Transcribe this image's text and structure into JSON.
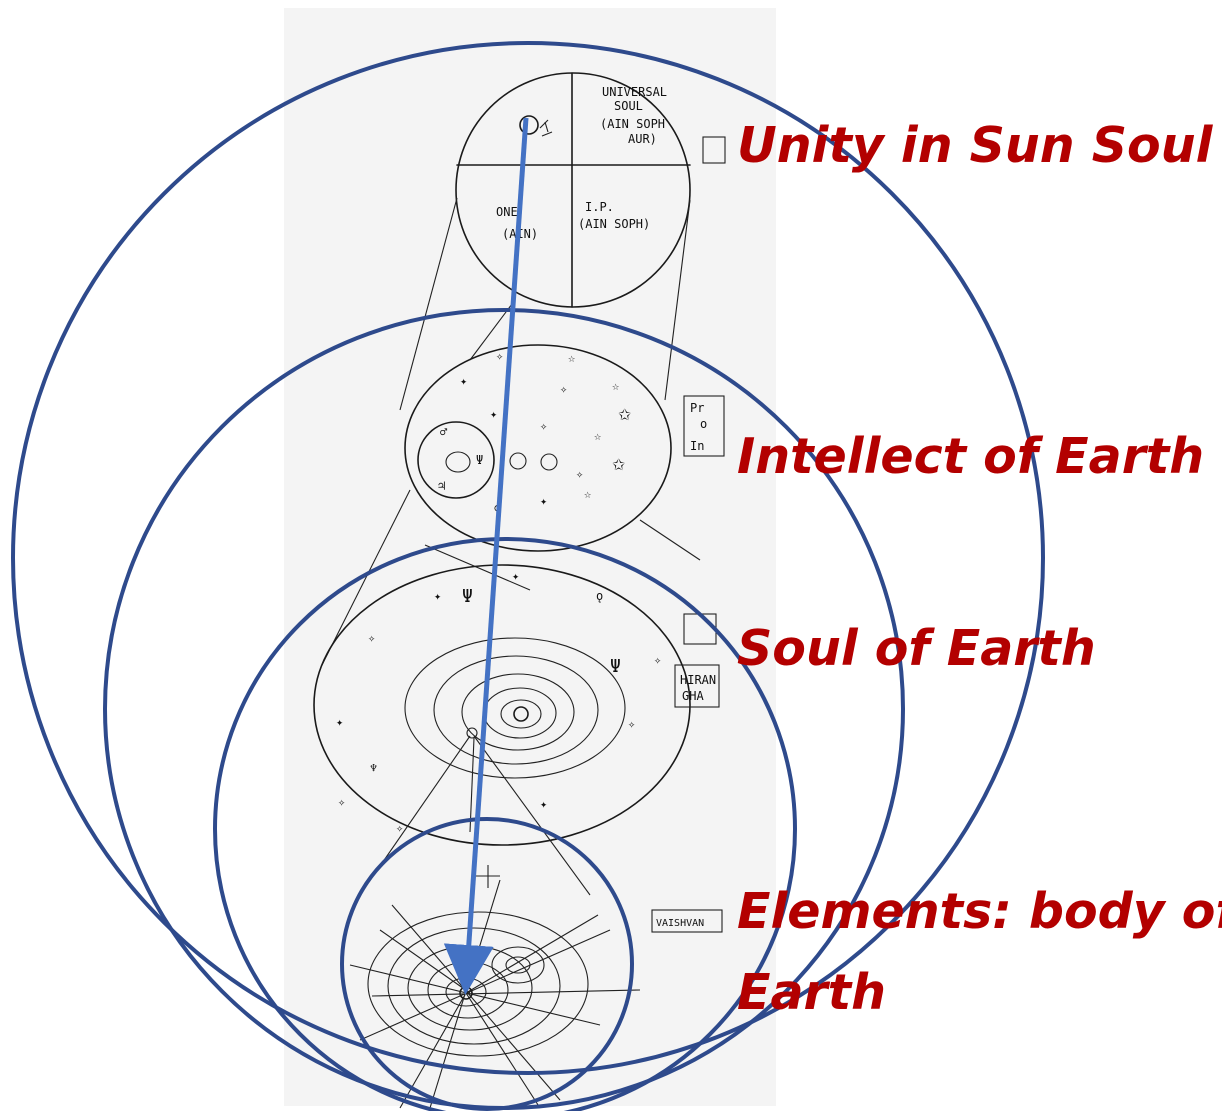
{
  "colors": {
    "ring": "#2e4a8c",
    "arrow": "#4472c4",
    "label": "#b30000",
    "sketch_bg": "#f4f4f4"
  },
  "labels": {
    "unity": "Unity in Sun Soul",
    "intellect": "Intellect of Earth",
    "soul": "Soul of Earth",
    "elements_line1": "Elements: body of",
    "elements_line2": "Earth"
  },
  "sketch_text": {
    "universal_1": "UNIVERSAL",
    "universal_2": "SOUL",
    "universal_3": "(AIN SOPH",
    "universal_4": "AUR)",
    "ip_1": "I.P.",
    "ip_2": "(AIN SOPH)",
    "one_1": "ONE",
    "one_2": "(AIN)",
    "box_pr_1": "Pr",
    "box_pr_2": "o",
    "box_pr_3": "In",
    "box_hiran_1": "HIRAN",
    "box_hiran_2": "GHA",
    "box_vaishvan": "VAISHVAN"
  }
}
